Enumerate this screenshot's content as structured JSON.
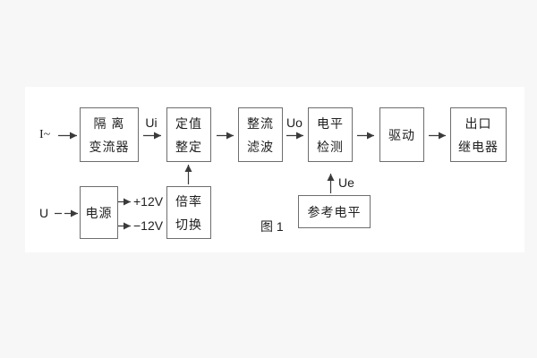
{
  "figure": {
    "caption": "图 1",
    "colors": {
      "background": "#f7f7f7",
      "panel": "#ffffff",
      "line": "#3a3a3a",
      "border": "#6e6e6e",
      "text": "#1e1e1e"
    },
    "inputs": {
      "current": "I~",
      "voltage": "U"
    },
    "signals": {
      "ui": "Ui",
      "uo": "Uo",
      "ue": "Ue",
      "pos12": "+12V",
      "neg12": "−12V"
    },
    "blocks": {
      "isolation": {
        "line1": "隔 离",
        "line2": "变流器"
      },
      "setting": {
        "line1": "定值",
        "line2": "整定"
      },
      "rectifier": {
        "line1": "整流",
        "line2": "滤波"
      },
      "level": {
        "line1": "电平",
        "line2": "检测"
      },
      "drive": {
        "line1": "驱动"
      },
      "relay": {
        "line1": "出口",
        "line2": "继电器"
      },
      "power": {
        "line1": "电源"
      },
      "multiplier": {
        "line1": "倍率",
        "line2": "切换"
      },
      "reference": {
        "line1": "参考电平"
      }
    }
  }
}
